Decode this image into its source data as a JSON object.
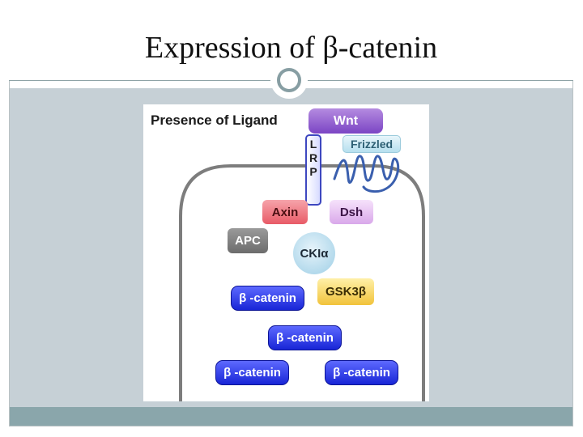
{
  "slide": {
    "title": "Expression of  β-catenin",
    "colors": {
      "panel": "#c6d0d6",
      "footer": "#8aa6ab",
      "ring": "#879ea3"
    }
  },
  "diagram": {
    "heading": "Presence of Ligand",
    "wnt": "Wnt",
    "frizzled": "Frizzled",
    "lrp": [
      "L",
      "R",
      "P"
    ],
    "axin": "Axin",
    "dsh": "Dsh",
    "apc": "APC",
    "ckia": "CKIα",
    "gsk3b": "GSK3β",
    "beta_catenin": [
      "β -catenin",
      "β -catenin",
      "β -catenin",
      "β -catenin"
    ],
    "colors": {
      "wnt": "#8b55cc",
      "frizzled": "#c4e6f2",
      "axin": "#ec6a75",
      "dsh": "#e2b6ee",
      "apc": "#7a7a7a",
      "ckia": "#a9d5ea",
      "gsk3b": "#f3c94a",
      "beta_catenin": "#2633e0",
      "membrane": "#7d7d7d",
      "frizzled_line": "#3a5fae"
    }
  }
}
